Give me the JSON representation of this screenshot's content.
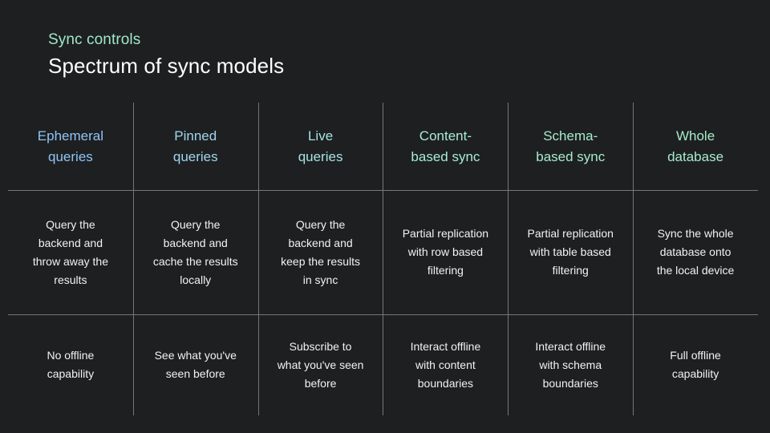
{
  "header": {
    "eyebrow": "Sync controls",
    "title": "Spectrum of sync models"
  },
  "colors": {
    "background": "#1e1f21",
    "eyebrow": "#9fe8c8",
    "title": "#ffffff",
    "grid_line": "#6f7a78",
    "body_text": "#f2f2f2",
    "header_gradient_start": "#8ec5f5",
    "header_gradient_end": "#a6ecc9"
  },
  "table": {
    "columns": [
      {
        "header": "Ephemeral\nqueries",
        "header_color": "#8ec5f5",
        "description": "Query the\nbackend and\nthrow away the\nresults",
        "offline": "No offline\ncapability"
      },
      {
        "header": "Pinned\nqueries",
        "header_color": "#9ed6ee",
        "description": "Query the\nbackend and\ncache the results\nlocally",
        "offline": "See what you've\nseen before"
      },
      {
        "header": "Live\nqueries",
        "header_color": "#a5e4e2",
        "description": "Query the\nbackend and\nkeep the results\nin sync",
        "offline": "Subscribe to\nwhat you've seen\nbefore"
      },
      {
        "header": "Content-\nbased sync",
        "header_color": "#a6ecd3",
        "description": "Partial replication\nwith row based\nfiltering",
        "offline": "Interact offline\nwith content\nboundaries"
      },
      {
        "header": "Schema-\nbased sync",
        "header_color": "#a6ecc9",
        "description": "Partial replication\nwith table based\nfiltering",
        "offline": "Interact offline\nwith schema\nboundaries"
      },
      {
        "header": "Whole\ndatabase",
        "header_color": "#a6ecc9",
        "description": "Sync the whole\ndatabase onto\nthe local device",
        "offline": "Full offline\ncapability"
      }
    ]
  }
}
